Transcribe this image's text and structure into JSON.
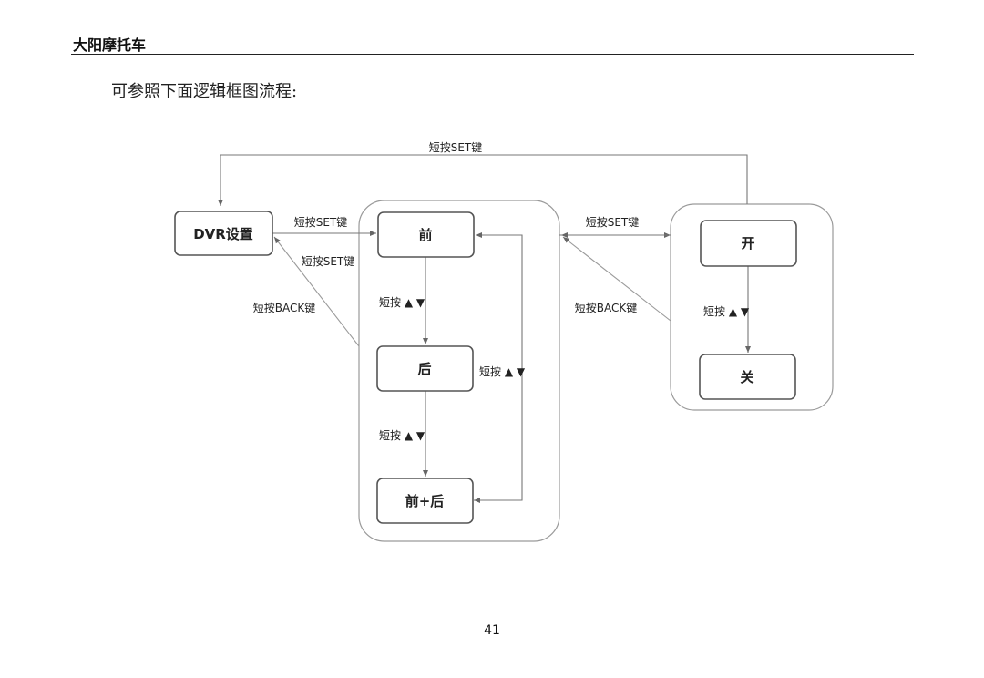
{
  "header": {
    "title": "大阳摩托车"
  },
  "intro": "可参照下面逻辑框图流程:",
  "diagram": {
    "nodes": {
      "dvr": "DVR设置",
      "front": "前",
      "rear": "后",
      "front_rear": "前+后",
      "on": "开",
      "off": "关"
    },
    "labels": {
      "top_loop": "短按SET键",
      "dvr_to_front": "短按SET键",
      "front_to_dvr": "短按SET键",
      "group_back": "短按BACK键",
      "front_to_rear": "短按 ▲ ▼",
      "rear_to_front_rear": "短按 ▲ ▼",
      "loop_back": "短按 ▲ ▼",
      "to_on": "短按SET键",
      "on_back": "短按BACK键",
      "on_to_off": "短按 ▲ ▼"
    }
  },
  "footer": {
    "page_number": "41"
  }
}
